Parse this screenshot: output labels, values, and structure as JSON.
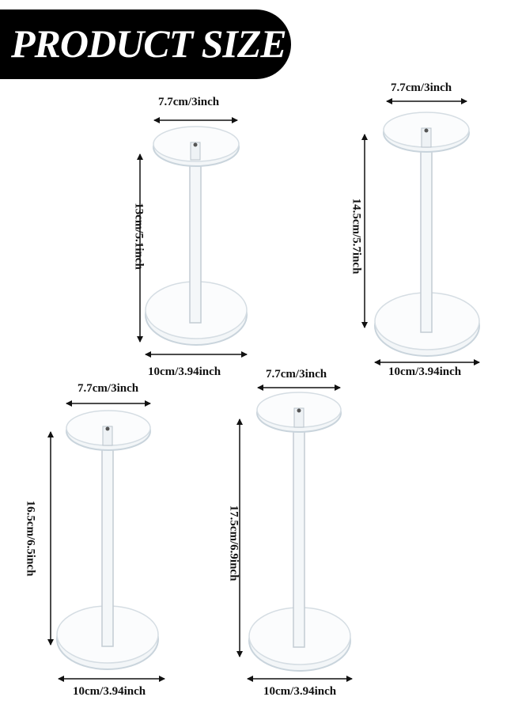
{
  "banner": {
    "title": "PRODUCT SIZE"
  },
  "colors": {
    "banner_bg": "#000000",
    "banner_text": "#ffffff",
    "acrylic_edge": "#c9d4dc",
    "arrow": "#111111"
  },
  "stands": [
    {
      "top_width": "7.7cm/3inch",
      "height": "13cm/5.1inch",
      "base_width": "10cm/3.94inch"
    },
    {
      "top_width": "7.7cm/3inch",
      "height": "14.5cm/5.7inch",
      "base_width": "10cm/3.94inch"
    },
    {
      "top_width": "7.7cm/3inch",
      "height": "16.5cm/6.5inch",
      "base_width": "10cm/3.94inch"
    },
    {
      "top_width": "7.7cm/3inch",
      "height": "17.5cm/6.9inch",
      "base_width": "10cm/3.94inch"
    }
  ]
}
